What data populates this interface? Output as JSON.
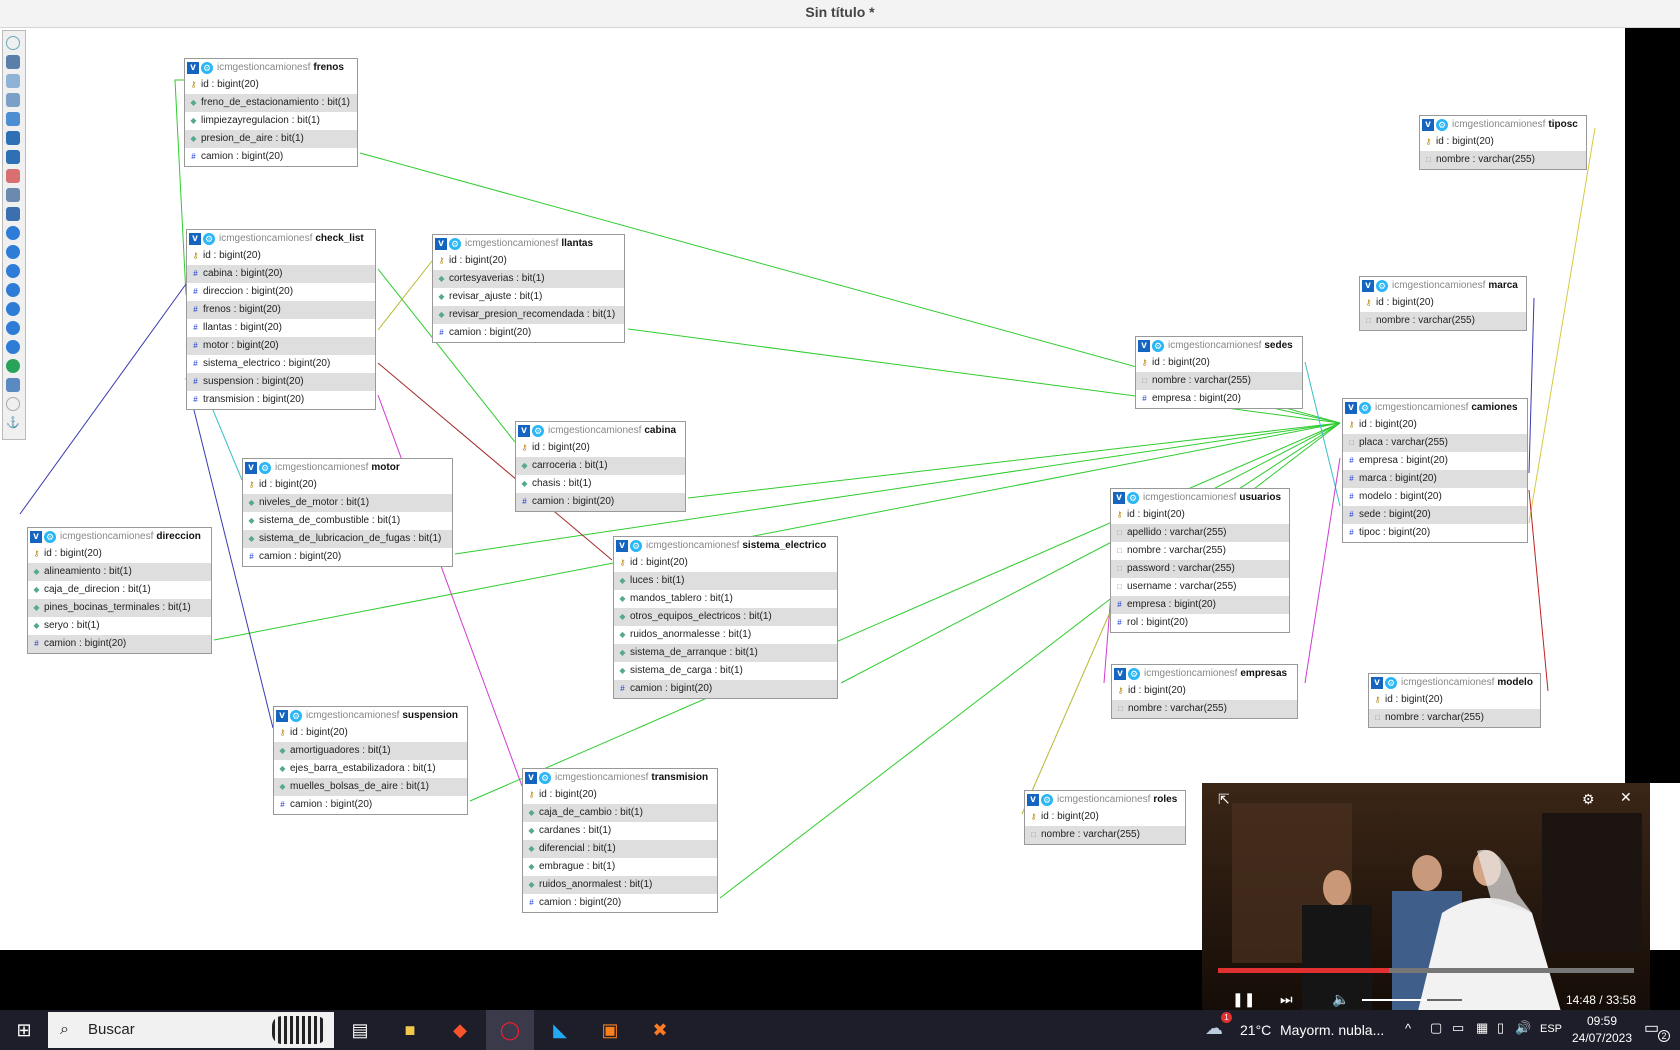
{
  "window": {
    "title": "Sin título *"
  },
  "toolbar": {
    "icons": [
      "circle-icon",
      "fit-icon",
      "grid-icon",
      "table-icon",
      "image-icon",
      "save-icon",
      "save-all-icon",
      "export-icon",
      "list-icon",
      "music-icon",
      "plus-icon",
      "minus-icon",
      "help-icon",
      "refresh-icon",
      "info-icon",
      "arrow-icon",
      "globe-icon",
      "link-icon",
      "chart-icon",
      "disabled-icon",
      "anchor-icon"
    ]
  },
  "schema_prefix": "icmgestioncamionesf",
  "tables": {
    "frenos": {
      "name": "frenos",
      "rows": [
        {
          "icon": "key",
          "text": "id : bigint(20)"
        },
        {
          "icon": "col",
          "text": "freno_de_estacionamiento : bit(1)"
        },
        {
          "icon": "col",
          "text": "limpiezayregulacion : bit(1)"
        },
        {
          "icon": "col",
          "text": "presion_de_aire : bit(1)"
        },
        {
          "icon": "idx",
          "text": "camion : bigint(20)"
        }
      ]
    },
    "check_list": {
      "name": "check_list",
      "rows": [
        {
          "icon": "key",
          "text": "id : bigint(20)"
        },
        {
          "icon": "idx",
          "text": "cabina : bigint(20)"
        },
        {
          "icon": "idx",
          "text": "direccion : bigint(20)"
        },
        {
          "icon": "idx",
          "text": "frenos : bigint(20)"
        },
        {
          "icon": "idx",
          "text": "llantas : bigint(20)"
        },
        {
          "icon": "idx",
          "text": "motor : bigint(20)"
        },
        {
          "icon": "idx",
          "text": "sistema_electrico : bigint(20)"
        },
        {
          "icon": "idx",
          "text": "suspension : bigint(20)"
        },
        {
          "icon": "idx",
          "text": "transmision : bigint(20)"
        }
      ]
    },
    "llantas": {
      "name": "llantas",
      "rows": [
        {
          "icon": "key",
          "text": "id : bigint(20)"
        },
        {
          "icon": "col",
          "text": "cortesyaverias : bit(1)"
        },
        {
          "icon": "col",
          "text": "revisar_ajuste : bit(1)"
        },
        {
          "icon": "col",
          "text": "revisar_presion_recomendada : bit(1)"
        },
        {
          "icon": "idx",
          "text": "camion : bigint(20)"
        }
      ]
    },
    "cabina": {
      "name": "cabina",
      "rows": [
        {
          "icon": "key",
          "text": "id : bigint(20)"
        },
        {
          "icon": "col",
          "text": "carroceria : bit(1)"
        },
        {
          "icon": "col",
          "text": "chasis : bit(1)"
        },
        {
          "icon": "idx",
          "text": "camion : bigint(20)"
        }
      ]
    },
    "motor": {
      "name": "motor",
      "rows": [
        {
          "icon": "key",
          "text": "id : bigint(20)"
        },
        {
          "icon": "col",
          "text": "niveles_de_motor : bit(1)"
        },
        {
          "icon": "col",
          "text": "sistema_de_combustible : bit(1)"
        },
        {
          "icon": "col",
          "text": "sistema_de_lubricacion_de_fugas : bit(1)"
        },
        {
          "icon": "idx",
          "text": "camion : bigint(20)"
        }
      ]
    },
    "direccion": {
      "name": "direccion",
      "rows": [
        {
          "icon": "key",
          "text": "id : bigint(20)"
        },
        {
          "icon": "col",
          "text": "alineamiento : bit(1)"
        },
        {
          "icon": "col",
          "text": "caja_de_direcion : bit(1)"
        },
        {
          "icon": "col",
          "text": "pines_bocinas_terminales : bit(1)"
        },
        {
          "icon": "col",
          "text": "seryo : bit(1)"
        },
        {
          "icon": "idx",
          "text": "camion : bigint(20)"
        }
      ]
    },
    "sistema_electrico": {
      "name": "sistema_electrico",
      "rows": [
        {
          "icon": "key",
          "text": "id : bigint(20)"
        },
        {
          "icon": "col",
          "text": "luces : bit(1)"
        },
        {
          "icon": "col",
          "text": "mandos_tablero : bit(1)"
        },
        {
          "icon": "col",
          "text": "otros_equipos_electricos : bit(1)"
        },
        {
          "icon": "col",
          "text": "ruidos_anormalesse : bit(1)"
        },
        {
          "icon": "col",
          "text": "sistema_de_arranque : bit(1)"
        },
        {
          "icon": "col",
          "text": "sistema_de_carga : bit(1)"
        },
        {
          "icon": "idx",
          "text": "camion : bigint(20)"
        }
      ]
    },
    "suspension": {
      "name": "suspension",
      "rows": [
        {
          "icon": "key",
          "text": "id : bigint(20)"
        },
        {
          "icon": "col",
          "text": "amortiguadores : bit(1)"
        },
        {
          "icon": "col",
          "text": "ejes_barra_estabilizadora : bit(1)"
        },
        {
          "icon": "col",
          "text": "muelles_bolsas_de_aire : bit(1)"
        },
        {
          "icon": "idx",
          "text": "camion : bigint(20)"
        }
      ]
    },
    "transmision": {
      "name": "transmision",
      "rows": [
        {
          "icon": "key",
          "text": "id : bigint(20)"
        },
        {
          "icon": "col",
          "text": "caja_de_cambio : bit(1)"
        },
        {
          "icon": "col",
          "text": "cardanes : bit(1)"
        },
        {
          "icon": "col",
          "text": "diferencial : bit(1)"
        },
        {
          "icon": "col",
          "text": "embrague : bit(1)"
        },
        {
          "icon": "col",
          "text": "ruidos_anormalest : bit(1)"
        },
        {
          "icon": "idx",
          "text": "camion : bigint(20)"
        }
      ]
    },
    "sedes": {
      "name": "sedes",
      "rows": [
        {
          "icon": "key",
          "text": "id : bigint(20)"
        },
        {
          "icon": "nul",
          "text": "nombre : varchar(255)"
        },
        {
          "icon": "idx",
          "text": "empresa : bigint(20)"
        }
      ]
    },
    "usuarios": {
      "name": "usuarios",
      "rows": [
        {
          "icon": "key",
          "text": "id : bigint(20)"
        },
        {
          "icon": "nul",
          "text": "apellido : varchar(255)"
        },
        {
          "icon": "nul",
          "text": "nombre : varchar(255)"
        },
        {
          "icon": "nul",
          "text": "password : varchar(255)"
        },
        {
          "icon": "nul",
          "text": "username : varchar(255)"
        },
        {
          "icon": "idx",
          "text": "empresa : bigint(20)"
        },
        {
          "icon": "idx",
          "text": "rol : bigint(20)"
        }
      ]
    },
    "empresas": {
      "name": "empresas",
      "rows": [
        {
          "icon": "key",
          "text": "id : bigint(20)"
        },
        {
          "icon": "nul",
          "text": "nombre : varchar(255)"
        }
      ]
    },
    "roles": {
      "name": "roles",
      "rows": [
        {
          "icon": "key",
          "text": "id : bigint(20)"
        },
        {
          "icon": "nul",
          "text": "nombre : varchar(255)"
        }
      ]
    },
    "camiones": {
      "name": "camiones",
      "rows": [
        {
          "icon": "key",
          "text": "id : bigint(20)"
        },
        {
          "icon": "nul",
          "text": "placa : varchar(255)"
        },
        {
          "icon": "idx",
          "text": "empresa : bigint(20)"
        },
        {
          "icon": "idx",
          "text": "marca : bigint(20)"
        },
        {
          "icon": "idx",
          "text": "modelo : bigint(20)"
        },
        {
          "icon": "idx",
          "text": "sede : bigint(20)"
        },
        {
          "icon": "idx",
          "text": "tipoc : bigint(20)"
        }
      ]
    },
    "tiposc": {
      "name": "tiposc",
      "rows": [
        {
          "icon": "key",
          "text": "id : bigint(20)"
        },
        {
          "icon": "nul",
          "text": "nombre : varchar(255)"
        }
      ]
    },
    "marca": {
      "name": "marca",
      "rows": [
        {
          "icon": "key",
          "text": "id : bigint(20)"
        },
        {
          "icon": "nul",
          "text": "nombre : varchar(255)"
        }
      ]
    },
    "modelo": {
      "name": "modelo",
      "rows": [
        {
          "icon": "key",
          "text": "id : bigint(20)"
        },
        {
          "icon": "nul",
          "text": "nombre : varchar(255)"
        }
      ]
    }
  },
  "relation_colors": {
    "green": "#2ecc2e",
    "blue": "#3a3ab0",
    "teal": "#38c0c8",
    "olive": "#b8b830",
    "maroon": "#a52a2a",
    "magenta": "#d23ad2",
    "yellow": "#d8c840",
    "red": "#c02020"
  },
  "video_player": {
    "time": "14:48 / 33:58",
    "progress": 0.41,
    "volume": 0.65
  },
  "taskbar": {
    "search_placeholder": "Buscar",
    "weather_temp": "21°C",
    "weather_text": "Mayorm. nubla...",
    "language": "ESP",
    "time": "09:59",
    "date": "24/07/2023",
    "notification_count": "2",
    "weather_badge": "1"
  }
}
